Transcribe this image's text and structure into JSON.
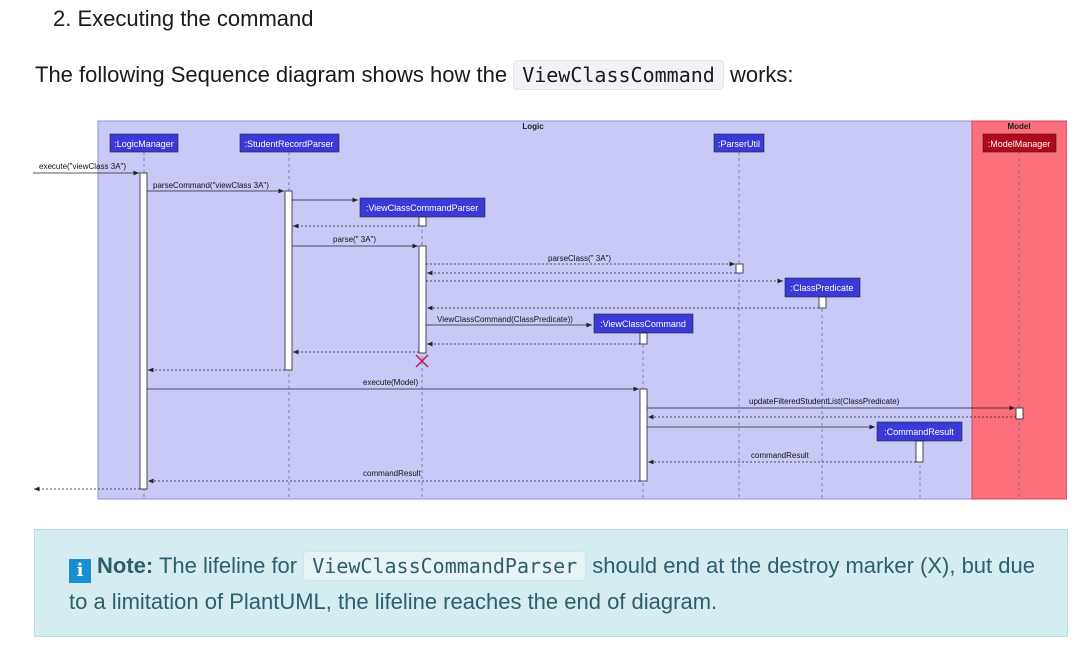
{
  "heading": "2. Executing the command",
  "intro": {
    "before": "The following Sequence diagram shows how the",
    "code": "ViewClassCommand",
    "after": "works:"
  },
  "diagram": {
    "groups": {
      "logic": "Logic",
      "model": "Model"
    },
    "participants": {
      "logic_manager": ":LogicManager",
      "student_record_parser": ":StudentRecordParser",
      "view_class_command_parser": ":ViewClassCommandParser",
      "parser_util": ":ParserUtil",
      "class_predicate": ":ClassPredicate",
      "view_class_command": ":ViewClassCommand",
      "command_result": ":CommandResult",
      "model_manager": ":ModelManager"
    },
    "messages": {
      "execute_input": "execute(\"viewClass 3A\")",
      "parse_command": "parseCommand(\"viewClass 3A\")",
      "parse": "parse(\" 3A\")",
      "parse_class": "parseClass(\" 3A\")",
      "view_class_command_ctor": "ViewClassCommand(ClassPredicate))",
      "execute_model": "execute(Model)",
      "update_filtered": "updateFilteredStudentList(ClassPredicate)",
      "command_result_return": "commandResult",
      "command_result_final": "commandResult"
    },
    "colors": {
      "logic_bg": "#c9c9f7",
      "model_bg": "#fc6f7c",
      "participant": "#3a3ad9",
      "model_participant": "#b3081c",
      "destroy": "#c2185b"
    }
  },
  "note": {
    "label": "Note:",
    "text1": "The lifeline for",
    "code": "ViewClassCommandParser",
    "text2": "should end at the destroy marker (X), but due to a limitation of PlantUML, the lifeline reaches the end of diagram."
  }
}
